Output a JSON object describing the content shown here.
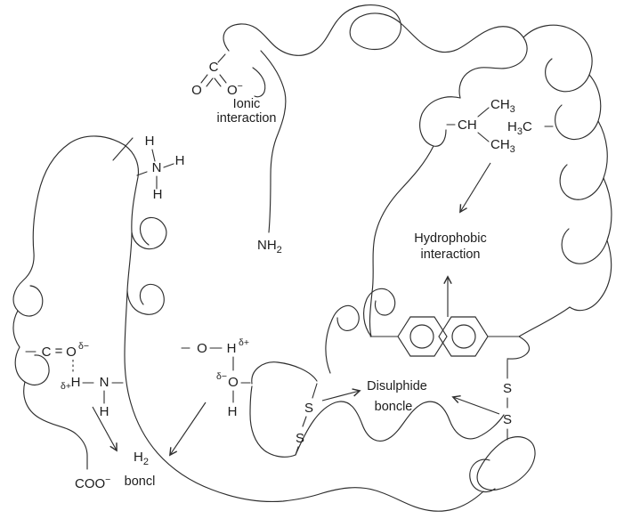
{
  "colors": {
    "background": "#ffffff",
    "line": "#2e2e2e",
    "text": "#1c1c1c"
  },
  "annotations": {
    "ionic": {
      "line1": "Ionic",
      "line2": "interaction"
    },
    "hydrophobic": {
      "line1": "Hydrophobic",
      "line2": "interaction"
    },
    "disulphide": {
      "line1": "Disulphide",
      "line2": "boncle"
    },
    "hydrogen_bond": {
      "h": "H",
      "h_sub": "2",
      "word": "boncl"
    }
  },
  "atoms": {
    "carboxylate_top": {
      "c": "C",
      "o_double": "O",
      "o_single": "O",
      "charge": "−"
    },
    "ammonium": {
      "n": "N",
      "h_top": "H",
      "h_right": "H",
      "h_bottom": "H"
    },
    "amine_terminal": {
      "nh": "NH",
      "sub": "2"
    },
    "isopropyl": {
      "ch": "CH",
      "ch3_top": "CH",
      "ch3_top_sub": "3",
      "ch3_bottom": "CH",
      "ch3_bottom_sub": "3",
      "h3c_h": "H",
      "h3c_sub": "3",
      "h3c_c": "C"
    },
    "carbonyl": {
      "c": "C",
      "equals": "=",
      "o": "O",
      "delta_minus": "δ−"
    },
    "amide": {
      "delta_plus": "δ+",
      "h": "H",
      "n": "N",
      "h_below": "H"
    },
    "hydroxyl_donor": {
      "o": "O",
      "h": "H",
      "delta_plus": "δ+"
    },
    "hydroxyl_acceptor": {
      "delta_minus": "δ−",
      "o": "O",
      "h": "H"
    },
    "carboxylate_bottom": {
      "coo": "COO",
      "charge": "−"
    },
    "disulfide_left": {
      "s_top": "S",
      "s_bottom": "S"
    },
    "disulfide_right": {
      "s_top": "S",
      "s_bottom": "S"
    }
  }
}
